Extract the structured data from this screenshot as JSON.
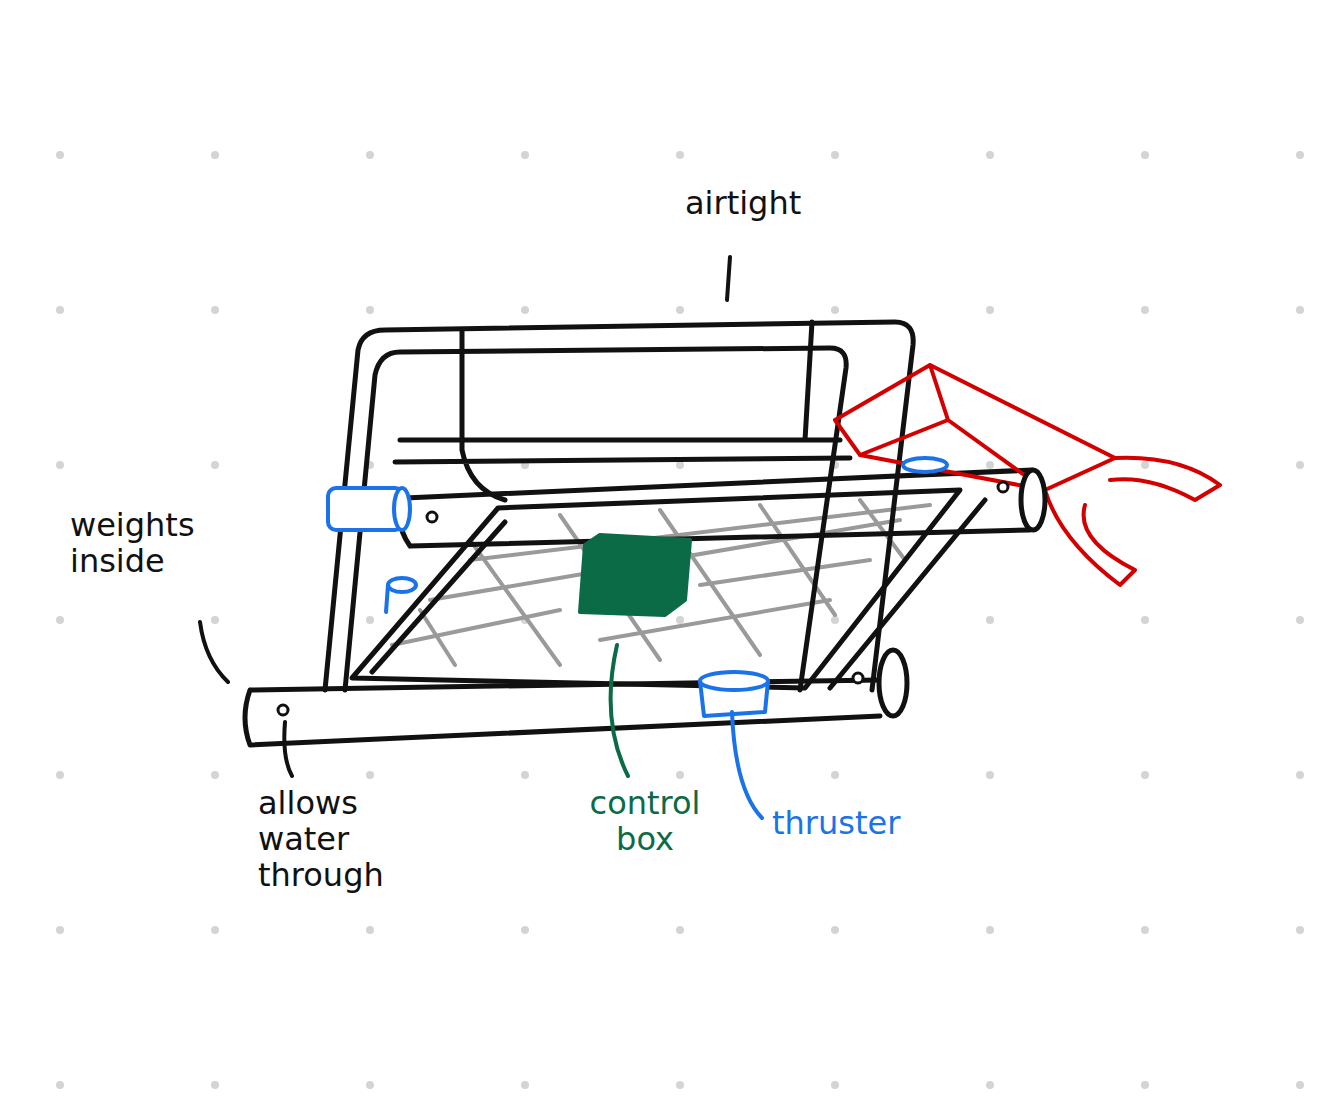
{
  "diagram": {
    "labels": [
      "airtight",
      "weights inside",
      "allows water through",
      "control box",
      "thruster"
    ]
  }
}
